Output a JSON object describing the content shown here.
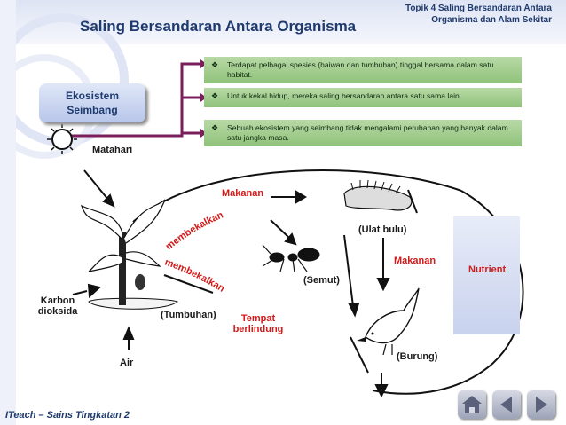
{
  "slide": {
    "title": "Saling Bersandaran Antara Organisma",
    "topic_line1": "Topik 4 Saling Bersandaran Antara",
    "topic_line2": "Organisma dan Alam Sekitar",
    "ecosystem_label_1": "Ekosistem",
    "ecosystem_label_2": "Seimbang",
    "bullets": [
      "Terdapat pelbagai spesies (haiwan dan tumbuhan) tinggal bersama dalam satu habitat.",
      "Untuk kekal hidup, mereka saling bersandaran antara satu sama lain.",
      "Sebuah ekosistem yang seimbang tidak mengalami perubahan yang banyak dalam satu jangka masa."
    ],
    "footer": "ITeach – Sains Tingkatan 2"
  },
  "diagram": {
    "sun": "Matahari",
    "carbon_1": "Karbon",
    "carbon_2": "dioksida",
    "water": "Air",
    "plant": "(Tumbuhan)",
    "ant": "(Semut)",
    "caterpillar": "(Ulat bulu)",
    "bird": "(Burung)",
    "food_1": "Makanan",
    "food_2": "Makanan",
    "provides_1": "membekalkan",
    "provides_2": "membekalkan",
    "shelter_1": "Tempat",
    "shelter_2": "berlindung",
    "nutrient": "Nutrient"
  },
  "nav": {
    "home_icon": "home-icon",
    "back_icon": "triangle-left-icon",
    "next_icon": "triangle-right-icon"
  },
  "colors": {
    "title": "#1f3a6e",
    "accent_line": "#7a1f5c",
    "bullet_bg": "#a4cf8e",
    "red_text": "#d21a1a"
  }
}
